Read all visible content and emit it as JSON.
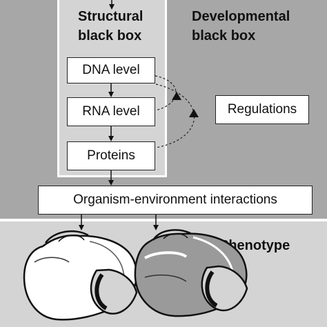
{
  "structural": {
    "heading_line1": "Structural",
    "heading_line2": "black box"
  },
  "developmental": {
    "heading_line1": "Developmental",
    "heading_line2": "black box"
  },
  "nodes": {
    "dna": "DNA level",
    "rna": "RNA level",
    "proteins": "Proteins",
    "regulations": "Regulations",
    "interactions": "Organism-environment interactions"
  },
  "phenotype": {
    "label": "Phenotype"
  },
  "colors": {
    "top_panel": "#a7a7a7",
    "bottom_panel": "#d4d4d4",
    "box_fill": "#ffffff",
    "ink": "#111111"
  }
}
